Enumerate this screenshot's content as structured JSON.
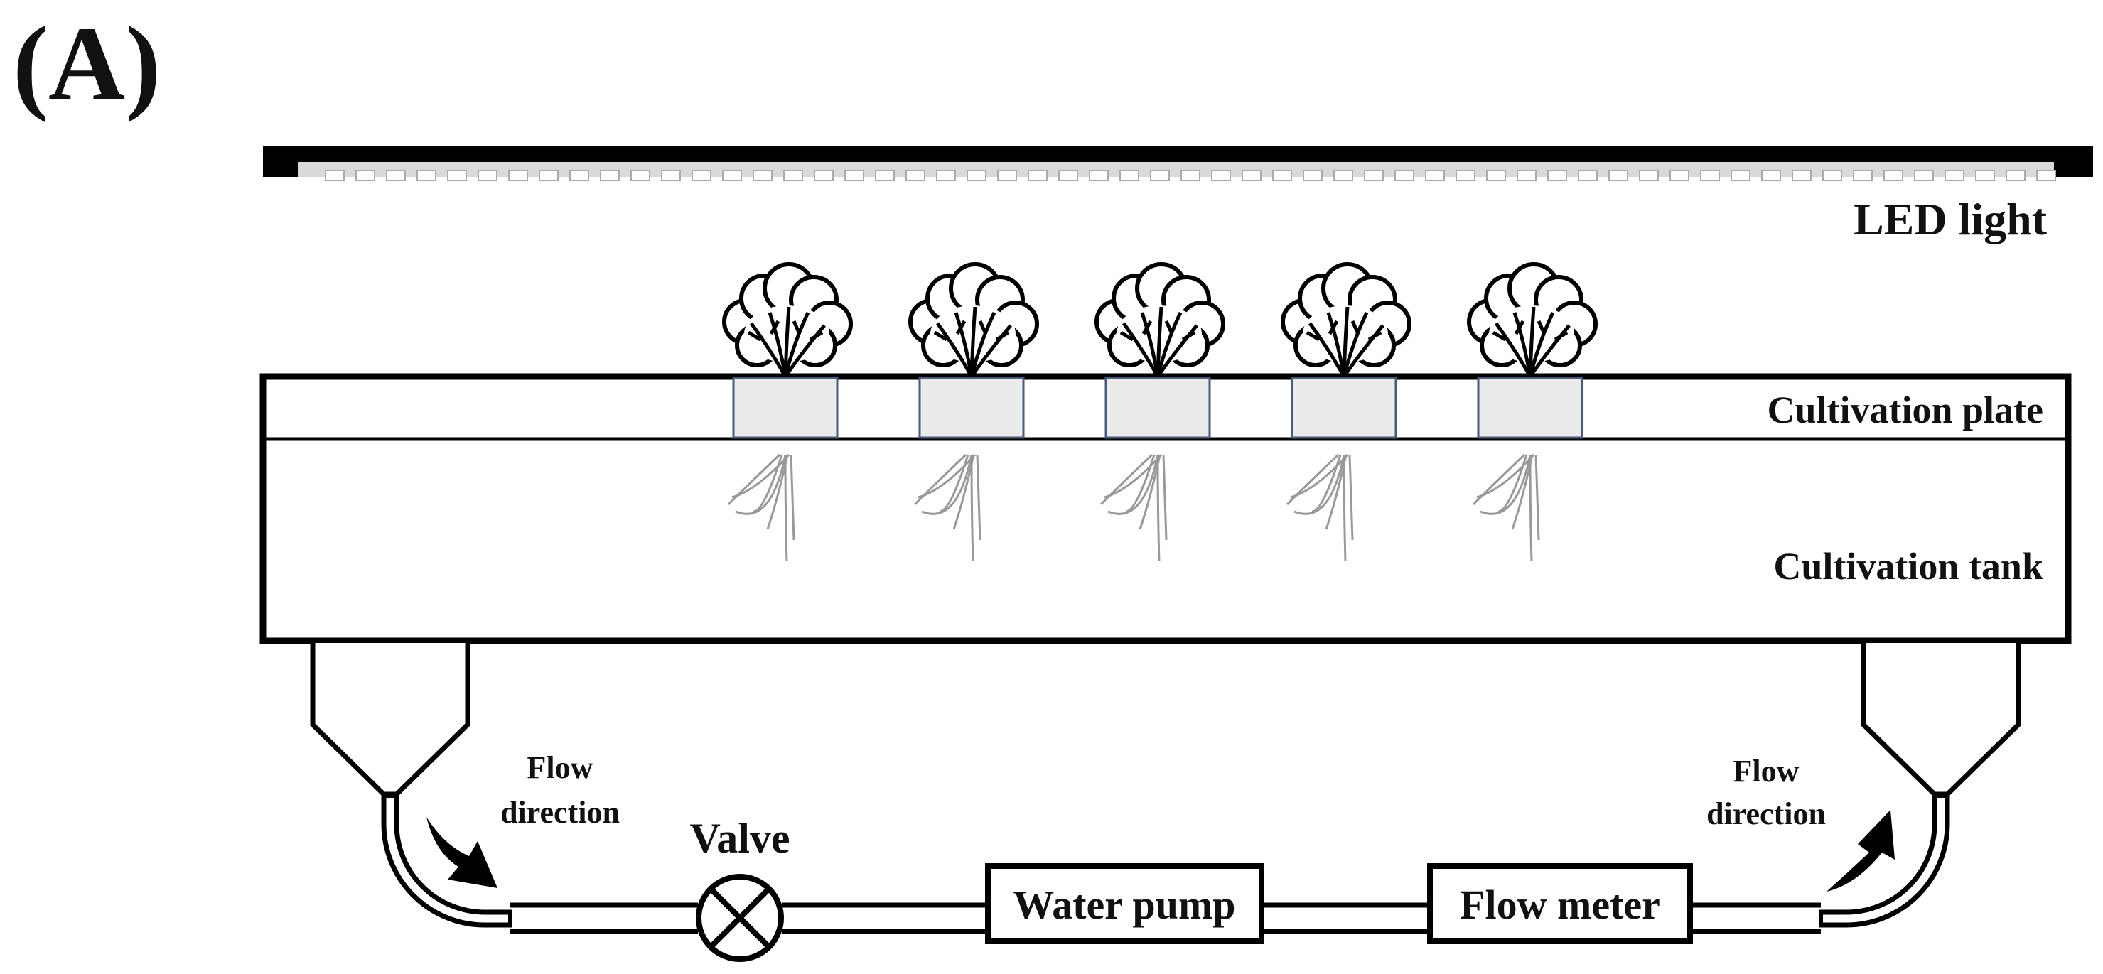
{
  "panel_label": "(A)",
  "labels": {
    "led_light": "LED light",
    "cultivation_plate": "Cultivation plate",
    "cultivation_tank": "Cultivation tank",
    "valve": "Valve",
    "water_pump": "Water pump",
    "flow_meter": "Flow meter",
    "flow_direction_left_line1": "Flow",
    "flow_direction_left_line2": "direction",
    "flow_direction_right_line1": "Flow",
    "flow_direction_right_line2": "direction"
  },
  "colors": {
    "outline": "#000000",
    "pot_fill": "#ebebeb",
    "pot_stroke": "#4a5a7a",
    "root": "#999999"
  },
  "plant_count": 5
}
